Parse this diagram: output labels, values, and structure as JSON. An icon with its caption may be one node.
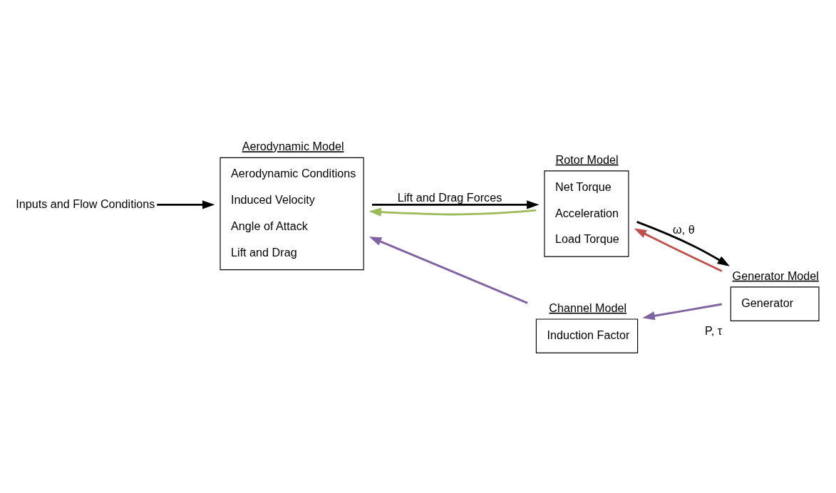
{
  "diagram": {
    "nodes": [
      {
        "text": [
          "Aerodynamic Model",
          "Aerodynamic Conditions",
          "Induced Velocity",
          "Angle of Attack",
          "Lift and Drag"
        ]
      },
      {
        "text": [
          "Rotor Model",
          "Net Torque",
          "Acceleration",
          "Load Torque"
        ]
      },
      {
        "text": [
          "Generator Model",
          "Generator"
        ],
        "beside": [
          "P, τ"
        ]
      },
      {
        "text": [
          "Channel Model",
          "Induction Factor"
        ]
      },
      {
        "text": [
          "Inputs and Flow Conditions"
        ]
      }
    ],
    "edges": [
      {
        "from": 4,
        "to": 0,
        "arrow": "to"
      },
      {
        "from": 0,
        "to": 1,
        "arrow": "to",
        "label": "Lift and Drag Forces"
      },
      {
        "from": 1,
        "to": 2,
        "arrow": "to",
        "label": "ω, θ"
      },
      {
        "from": 1,
        "to": 0,
        "arrow": "to",
        "color": "#9bbb59"
      },
      {
        "from": 2,
        "to": 1,
        "arrow": "to",
        "color": "#c0504d"
      },
      {
        "from": 2,
        "to": 3,
        "arrow": "to",
        "color": "#8064a2"
      },
      {
        "from": 3,
        "to": 0,
        "arrow": "to",
        "color": "#8064a2"
      }
    ]
  }
}
